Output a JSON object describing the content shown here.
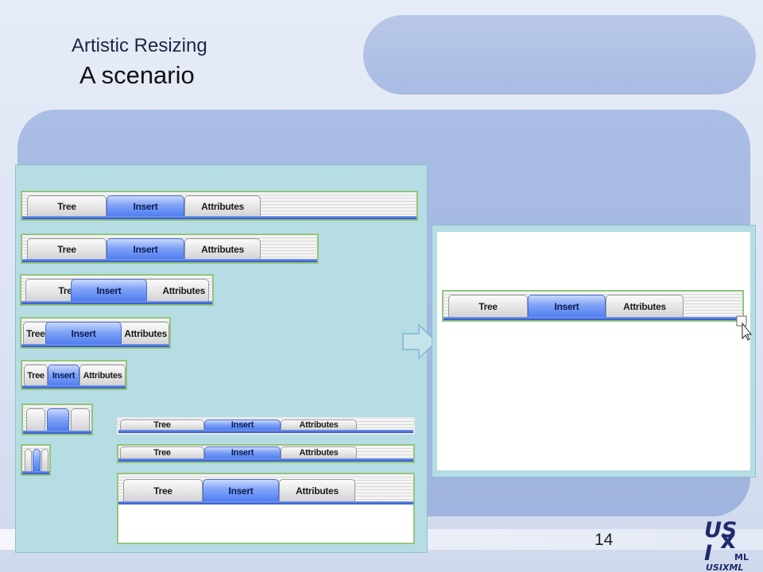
{
  "slide": {
    "title": "Artistic Resizing",
    "subtitle": "A scenario",
    "page_number": "14"
  },
  "tabs": {
    "tree": "Tree",
    "insert": "Insert",
    "attributes": "Attributes"
  },
  "logo": {
    "text": "USIXML"
  },
  "icons": {
    "arrow": "right-arrow-icon",
    "cursor": "resize-cursor-icon",
    "logo": "usixml-logo"
  },
  "colors": {
    "panel": "#b6dde3",
    "active_tab": "#5b86f2",
    "tabbar_border": "#93c47d"
  }
}
